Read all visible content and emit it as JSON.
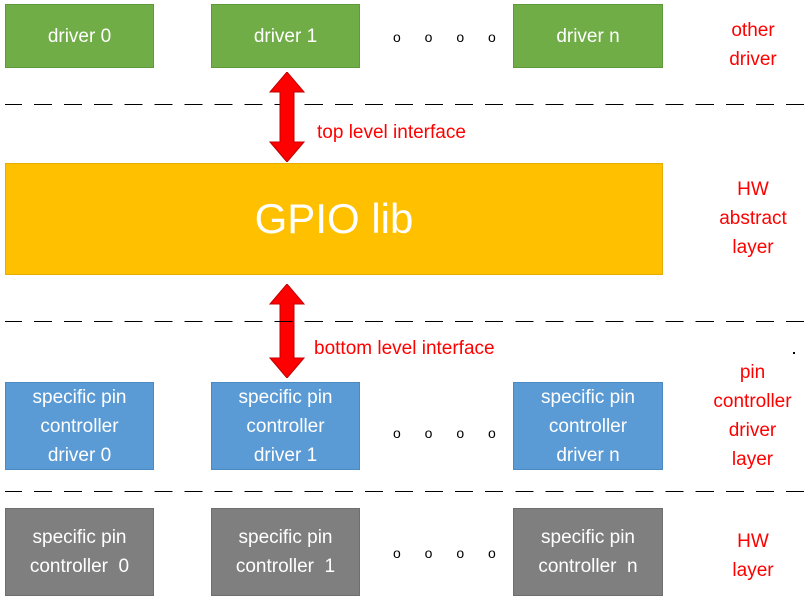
{
  "top_row": {
    "drivers": [
      "driver 0",
      "driver 1",
      "driver n"
    ],
    "dots": "o o o o",
    "layer_label": [
      "other",
      "driver"
    ]
  },
  "top_interface": "top level interface",
  "gpio": {
    "label": "GPIO lib",
    "layer_label": [
      "HW",
      "abstract",
      "layer"
    ]
  },
  "bottom_interface": "bottom level interface",
  "pinctrl_row": {
    "boxes": [
      [
        "specific pin",
        "controller",
        "driver 0"
      ],
      [
        "specific pin",
        "controller",
        "driver 1"
      ],
      [
        "specific pin",
        "controller",
        "driver n"
      ]
    ],
    "dots": "o o o o",
    "layer_label": [
      "pin",
      "controller",
      "driver",
      "layer"
    ]
  },
  "hw_row": {
    "boxes": [
      [
        "specific pin",
        "controller  0"
      ],
      [
        "specific pin",
        "controller  1"
      ],
      [
        "specific pin",
        "controller  n"
      ]
    ],
    "dots": "o o o o",
    "layer_label": [
      "HW",
      "layer"
    ]
  },
  "colors": {
    "driver": "#70ad47",
    "gpio": "#ffc000",
    "pin_controller_driver": "#5b9bd5",
    "hw": "#7f7f7f",
    "accent": "#ff0000"
  }
}
